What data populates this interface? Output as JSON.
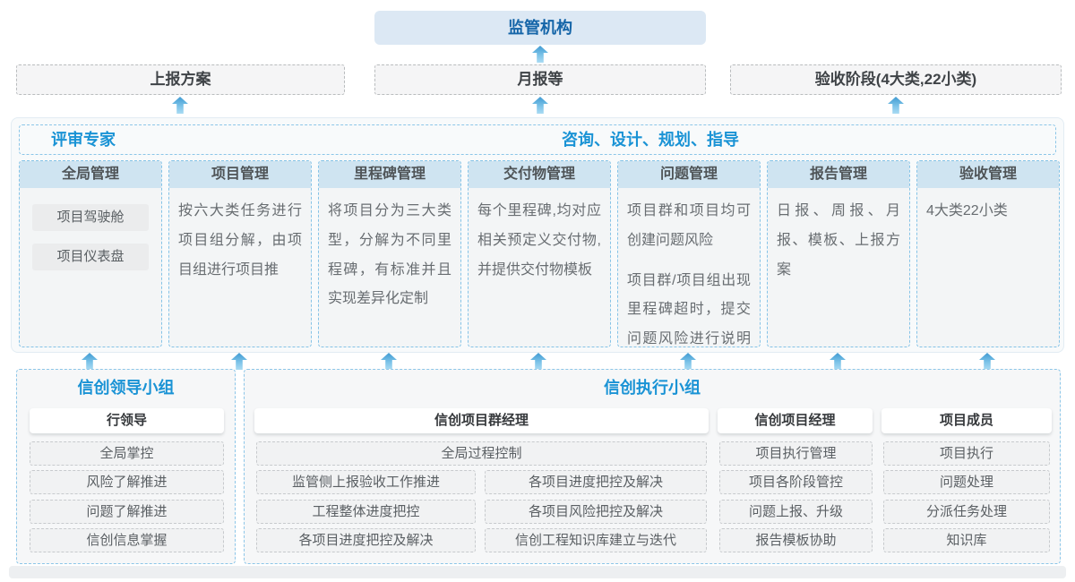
{
  "top": {
    "regulator": "监管机构",
    "boxes": [
      {
        "label": "上报方案"
      },
      {
        "label": "月报等"
      },
      {
        "label": "验收阶段(4大类,22小类)"
      }
    ]
  },
  "middle": {
    "banner": {
      "left": "评审专家",
      "right": "咨询、设计、规划、指导"
    },
    "columns": [
      {
        "title": "全局管理",
        "pills": [
          "项目驾驶舱",
          "项目仪表盘"
        ]
      },
      {
        "title": "项目管理",
        "paragraphs": [
          "按六大类任务进行项目组分解，由项目组进行项目推"
        ]
      },
      {
        "title": "里程碑管理",
        "paragraphs": [
          "将项目分为三大类型，分解为不同里程碑，有标准并且实现差异化定制"
        ]
      },
      {
        "title": "交付物管理",
        "paragraphs": [
          "每个里程碑,均对应相关预定义交付物,并提供交付物模板"
        ]
      },
      {
        "title": "问题管理",
        "paragraphs": [
          "项目群和项目均可创建问题风险",
          "项目群/项目组出现里程碑超时，提交问题风险进行说明和解决"
        ]
      },
      {
        "title": "报告管理",
        "paragraphs": [
          "日报、周报、月报、模板、上报方案"
        ]
      },
      {
        "title": "验收管理",
        "paragraphs": [
          "4大类22小类"
        ]
      }
    ]
  },
  "bottom": {
    "leader_group": {
      "title": "信创领导小组",
      "role": "行领导",
      "items": [
        "全局掌控",
        "风险了解推进",
        "问题了解推进",
        "信创信息掌握"
      ]
    },
    "exec_group": {
      "title": "信创执行小组",
      "program_manager": {
        "role": "信创项目群经理",
        "full_item": "全局过程控制",
        "left_items": [
          "监管侧上报验收工作推进",
          "工程整体进度把控",
          "各项目进度把控及解决"
        ],
        "right_items": [
          "各项目进度把控及解决",
          "各项目风险把控及解决",
          "信创工程知识库建立与迭代"
        ]
      },
      "project_manager": {
        "role": "信创项目经理",
        "items": [
          "项目执行管理",
          "项目各阶段管控",
          "问题上报、升级",
          "报告模板协助"
        ]
      },
      "member": {
        "role": "项目成员",
        "items": [
          "项目执行",
          "问题处理",
          "分派任务处理",
          "知识库"
        ]
      }
    }
  },
  "colors": {
    "accent_blue": "#1a93d5",
    "dark_blue": "#1565a8",
    "arrow_blue": "#55a8d9",
    "column_header_fill": "#cfe4f1",
    "regulator_fill": "#dce8f4"
  }
}
